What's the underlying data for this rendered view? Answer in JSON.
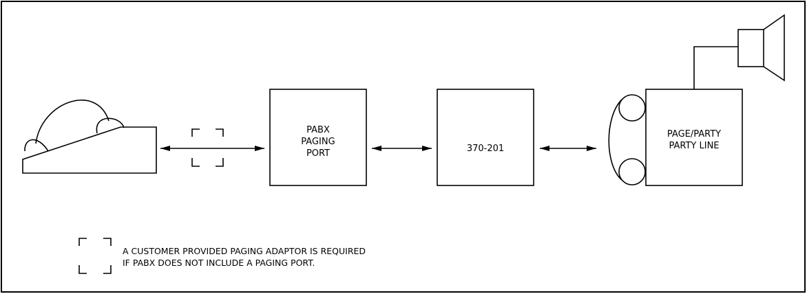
{
  "diagram": {
    "blocks": {
      "pabx": {
        "line1": "PABX",
        "line2": "PAGING",
        "line3": "PORT"
      },
      "interface": {
        "label": "370-201"
      },
      "page_party": {
        "line1": "PAGE/PARTY",
        "line2": "PARTY LINE"
      }
    },
    "legend": {
      "line1": "A CUSTOMER PROVIDED PAGING ADAPTOR IS REQUIRED",
      "line2": "IF PABX DOES NOT INCLUDE A PAGING PORT."
    },
    "icons": [
      "telephone-set-icon",
      "adaptor-placeholder-icon",
      "handset-icon",
      "speaker-icon",
      "double-arrow-icon"
    ]
  }
}
